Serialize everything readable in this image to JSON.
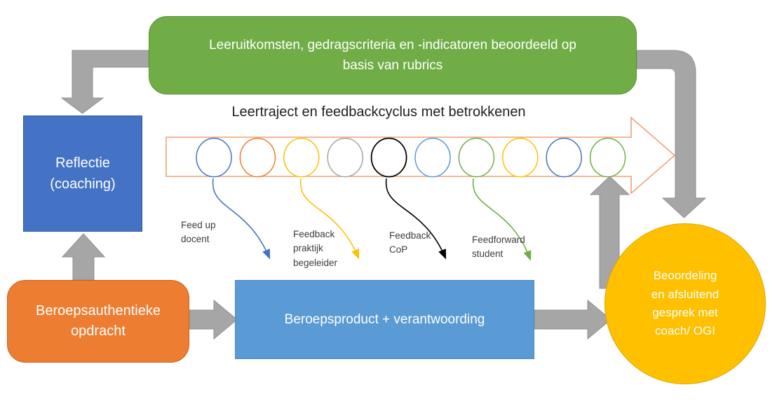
{
  "colors": {
    "green": "#70AD47",
    "green_border": "#5B8F3B",
    "blue": "#4472C4",
    "blue_border": "#335A9A",
    "light_blue": "#5B9BD5",
    "light_blue_border": "#4A87BF",
    "orange": "#ED7D31",
    "orange_border": "#CB5F1D",
    "gold": "#FFC000",
    "gold_border": "#DBA600",
    "gray_arrow": "#A6A6A6",
    "gray_arrow_border": "#8F8F8F",
    "band_outline": "#F2A173"
  },
  "nodes": {
    "outcomes": {
      "lines": [
        "Leeruitkomsten, gedragscriteria en -indicatoren beoordeeld op",
        "basis van rubrics"
      ]
    },
    "reflection": {
      "lines": [
        "Reflectie",
        "(coaching)"
      ]
    },
    "assignment": {
      "lines": [
        "Beroepsauthentieke",
        "opdracht"
      ]
    },
    "product": {
      "label": "Beroepsproduct + verantwoording"
    },
    "assessment": {
      "lines": [
        "Beoordeling",
        "en afsluitend",
        "gesprek met",
        "coach/ OGI"
      ]
    }
  },
  "cycle": {
    "title": "Leertraject en feedbackcyclus met betrokkenen",
    "circle_colors": [
      "#4472C4",
      "#ED7D31",
      "#FFC000",
      "#A5A5A5",
      "#000000",
      "#5B9BD5",
      "#70AD47",
      "#FFC000",
      "#4472C4",
      "#70AD47"
    ]
  },
  "annotations": [
    {
      "lines": [
        "Feed up",
        "docent"
      ],
      "color": "#4472C4"
    },
    {
      "lines": [
        "Feedback",
        "praktijk",
        "begeleider"
      ],
      "color": "#FFC000"
    },
    {
      "lines": [
        "Feedback",
        "CoP"
      ],
      "color": "#000000"
    },
    {
      "lines": [
        "Feedforward",
        "student"
      ],
      "color": "#70AD47"
    }
  ]
}
